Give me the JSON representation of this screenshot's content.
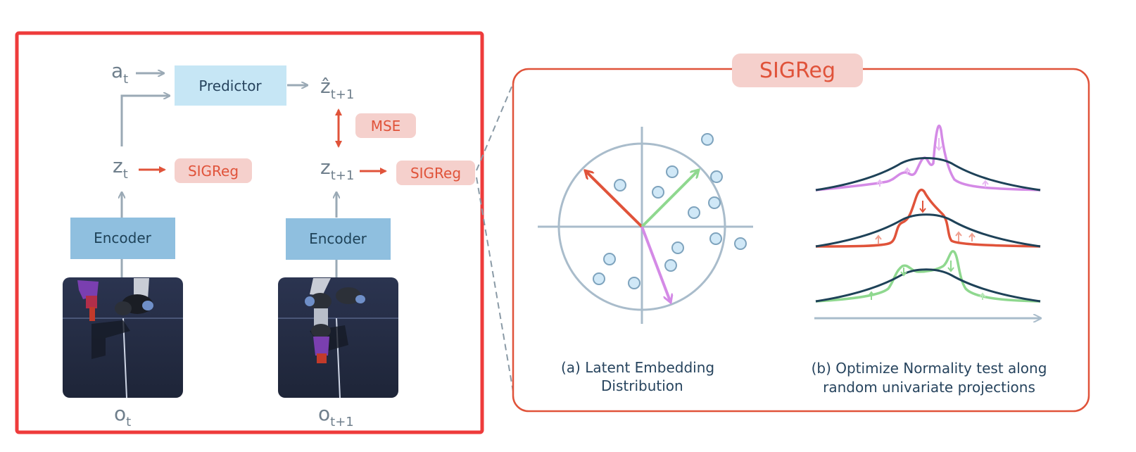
{
  "left_panel": {
    "action": {
      "base": "a",
      "sub": "t"
    },
    "predictor_label": "Predictor",
    "zhat": {
      "base": "ẑ",
      "sub": "t+1"
    },
    "mse_label": "MSE",
    "z_t": {
      "base": "z",
      "sub": "t"
    },
    "z_t1": {
      "base": "z",
      "sub": "t+1"
    },
    "sigreg_left": "SIGReg",
    "sigreg_right": "SIGReg",
    "encoder_left": "Encoder",
    "encoder_right": "Encoder",
    "o_t": {
      "base": "o",
      "sub": "t"
    },
    "o_t1": {
      "base": "o",
      "sub": "t+1"
    }
  },
  "right_panel": {
    "title": "SIGReg",
    "caption_a": {
      "line1": "(a)  Latent Embedding",
      "line2": "Distribution"
    },
    "caption_b": {
      "line1": "(b) Optimize Normality test along",
      "line2": "random univariate projections"
    }
  },
  "colors": {
    "frame_red": "#ee3b3b",
    "sigreg_red": "#e0533a",
    "sigreg_fill": "#f5d0cc",
    "predictor_fill": "#c6e6f5",
    "encoder_fill": "#8fbfdf",
    "axis_gray": "#a9bccb",
    "base_curve": "#1e4258",
    "purple": "#d48ae6",
    "red": "#e0533a",
    "green": "#8fd88f"
  },
  "icons": [
    "robot-arm-image-t",
    "robot-arm-image-t1"
  ]
}
